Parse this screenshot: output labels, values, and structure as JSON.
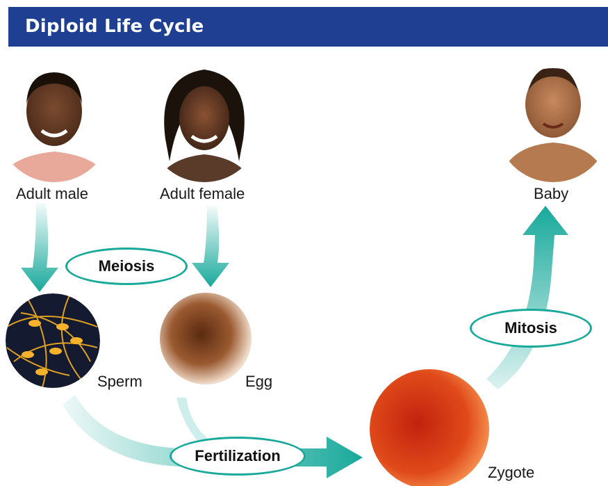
{
  "title": "Diploid Life Cycle",
  "labels": {
    "adult_male": "Adult male",
    "adult_female": "Adult female",
    "baby": "Baby",
    "sperm": "Sperm",
    "egg": "Egg",
    "zygote": "Zygote"
  },
  "processes": {
    "meiosis": "Meiosis",
    "mitosis": "Mitosis",
    "fertilization": "Fertilization"
  },
  "colors": {
    "header": "#1f3f93",
    "arrow": "#18a99b",
    "arrow_light": "#cdeeea"
  }
}
